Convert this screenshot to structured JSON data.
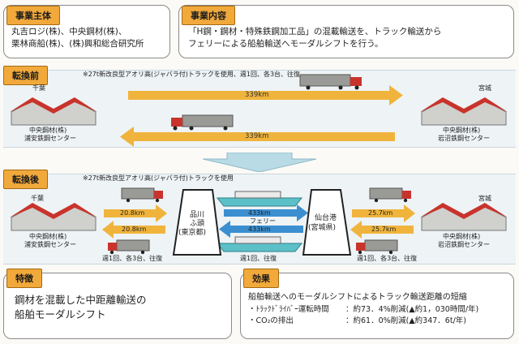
{
  "business_entity": {
    "label": "事業主体",
    "lines": [
      "丸吉ロジ(株)、中央鋼材(株)、",
      "栗林商船(株)、(株)興和総合研究所"
    ]
  },
  "business_content": {
    "label": "事業内容",
    "lines": [
      "「H鋼・鋼材・特殊鉄鋼加工品」の混載輸送を、トラック輸送から",
      "フェリーによる船舶輸送へモーダルシフトを行う。"
    ]
  },
  "before": {
    "label": "転換前",
    "note": "※27t新改良型アオリ高(ジャバラ付)トラックを使用、週1回、各3台、往復",
    "left_place": "千葉",
    "left_facility": [
      "中央鋼材(株)",
      "浦安鉄鋼センター"
    ],
    "right_place": "宮城",
    "right_facility": [
      "中央鋼材(株)",
      "岩沼鉄鋼センター"
    ],
    "distance_out": "339km",
    "distance_back": "339km"
  },
  "after": {
    "label": "転換後",
    "note": "※27t新改良型アオリ高(ジャバラ付)トラックを使用",
    "left_place": "千葉",
    "left_facility": [
      "中央鋼材(株)",
      "浦安鉄鋼センター"
    ],
    "right_place": "宮城",
    "right_facility": [
      "中央鋼材(株)",
      "岩沼鉄鋼センター"
    ],
    "left_dist_top": "20.8km",
    "left_dist_bottom": "20.8km",
    "right_dist_top": "25.7km",
    "right_dist_bottom": "25.7km",
    "port_left": [
      "品川",
      "ふ頭",
      "(東京都)"
    ],
    "port_right": [
      "仙台港",
      "(宮城県)"
    ],
    "ferry_dist_top": "433km",
    "ferry_label": "フェリー",
    "ferry_dist_bottom": "433km",
    "left_freq": "週1回、各3台、往復",
    "center_freq": "週1回、往復",
    "right_freq": "週1回、各3台、往復"
  },
  "feature": {
    "label": "特徴",
    "lines": [
      "鋼材を混載した中距離輸送の",
      "船舶モーダルシフト"
    ]
  },
  "effect": {
    "label": "効果",
    "headline": "船舶輸送へのモーダルシフトによるトラック輸送距離の短縮",
    "row1_label": "・ﾄﾗｯｸﾄﾞﾗｲﾊﾞｰ運転時間",
    "row1_value": "：約73．4%削減(▲約1，030時間/年)",
    "row2_label": "・CO₂の排出",
    "row2_value": "：約61．0%削減(▲約347．6t/年)"
  },
  "colors": {
    "tag": "#f2a93b",
    "arrow": "#f0b43c",
    "truck_cab": "#c8342c",
    "warehouse_roof": "#c8342c",
    "band": "#eef3f6",
    "sea": "#5cc0c8"
  }
}
